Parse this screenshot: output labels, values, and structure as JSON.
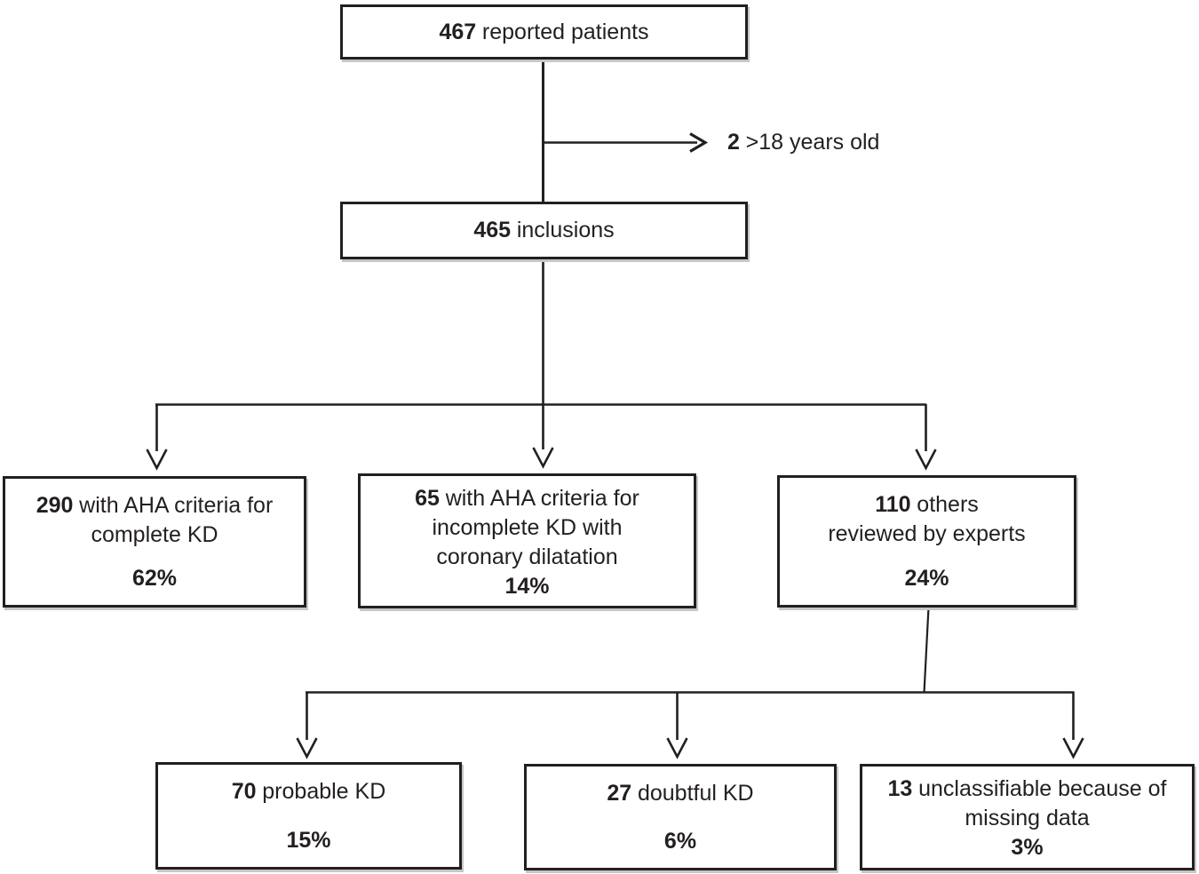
{
  "diagram": {
    "kind": "patient-flow-chart",
    "line_color": "#231f20",
    "nodes": {
      "reported": {
        "num": "467",
        "label": "reported patients"
      },
      "excluded": {
        "num": "2",
        "label": ">18 years old"
      },
      "inclusions": {
        "num": "465",
        "label": "inclusions"
      },
      "complete": {
        "num": "290",
        "line1": "with AHA criteria for",
        "line2": "complete KD",
        "pct": "62%"
      },
      "incomplete": {
        "num": "65",
        "line1": "with AHA criteria for",
        "line2": "incomplete KD with",
        "line3": "coronary dilatation",
        "pct": "14%"
      },
      "others": {
        "num": "110",
        "line1": "others",
        "line2": "reviewed by experts",
        "pct": "24%"
      },
      "probable": {
        "num": "70",
        "line1": "probable KD",
        "pct": "15%"
      },
      "doubtful": {
        "num": "27",
        "line1": "doubtful KD",
        "pct": "6%"
      },
      "unclassifiable": {
        "num": "13",
        "line1": "unclassifiable because of",
        "line2": "missing data",
        "pct": "3%"
      }
    }
  }
}
